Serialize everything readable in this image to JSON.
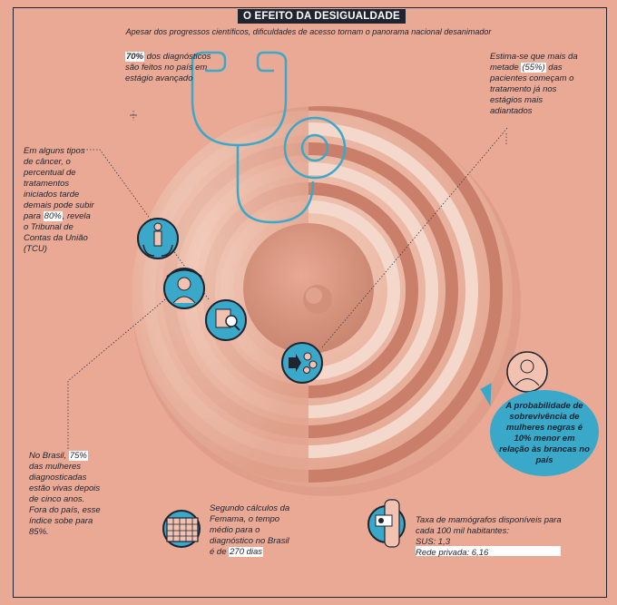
{
  "header": {
    "title": "O EFEITO DA DESIGUALDADE",
    "subtitle": "Apesar dos progressos científicos, dificuldades de acesso tornam o panorama nacional desanimador"
  },
  "notes": {
    "diagnostics": {
      "highlight": "70%",
      "text": " dos diagnósticos são feitos no país em estágio avançado"
    },
    "patients": {
      "pre": "Estima-se que mais da metade ",
      "highlight": "(55%)",
      "post": " das pacientes começam o tratamento já nos estágios mais adiantados"
    },
    "tcu": {
      "pre": "Em alguns tipos de câncer, o percentual de tratamentos iniciados tarde demais pode subir para ",
      "highlight": "80%",
      "post": ", revela o Tribunal de Contas da União (TCU)"
    },
    "survival": {
      "pre": "No Brasil, ",
      "highlight": "75%",
      "post": " das mulheres diagnosticadas estão vivas depois de cinco anos. Fora do país, esse índice sobe para 85%."
    },
    "femama": {
      "pre": "Segundo cálculos da Femama, o tempo médio para o diagnóstico no Brasil é de ",
      "highlight": "270 dias"
    },
    "mammographs": {
      "text": "Taxa de mamógrafos disponíveis para cada 100 mil habitantes:",
      "sus": "SUS: 1,3",
      "private": "Rede privada: 6,16"
    }
  },
  "bubble": {
    "text": "A probabilidade de sobrevivência de mulheres negras é 10% menor em relação às brancas no país"
  },
  "colors": {
    "accent": "#3aa8c9",
    "dark": "#1f2430",
    "ring_dark": "#c97f6a",
    "ring_light": "#f4d8cc",
    "background": "#eaa995"
  },
  "icons": [
    "stethoscope-icon",
    "people-hands-icon",
    "woman-care-icon",
    "magnifier-document-icon",
    "cells-arrow-icon",
    "woman-portrait-icon",
    "calendar-icon",
    "mammograph-icon"
  ]
}
